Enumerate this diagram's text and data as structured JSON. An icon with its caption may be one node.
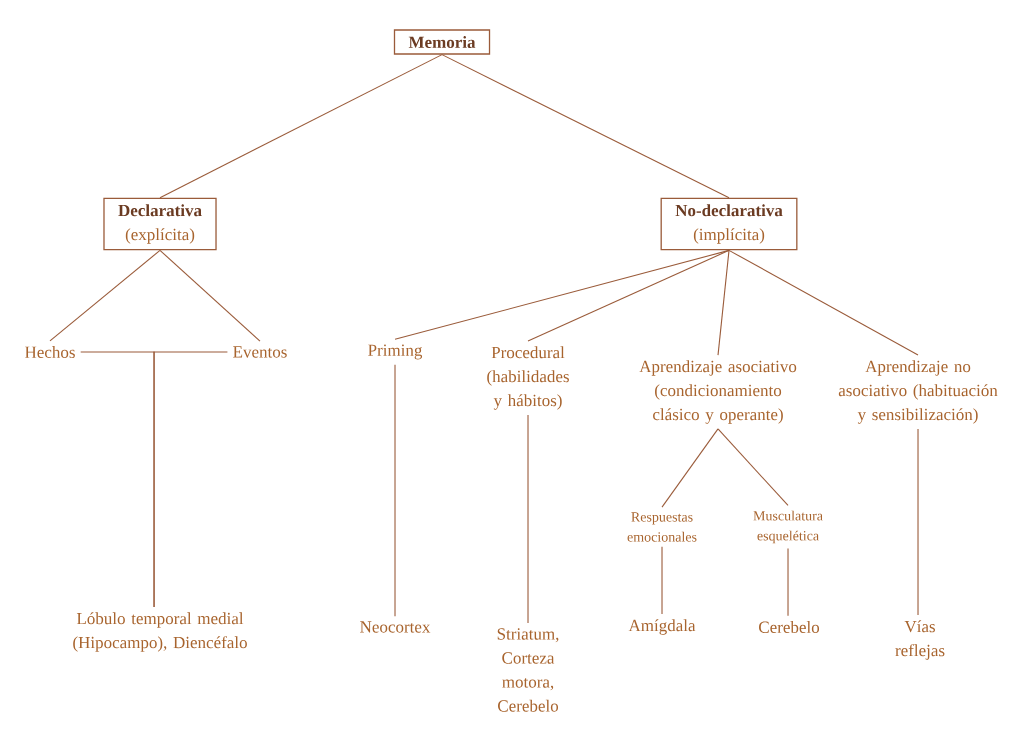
{
  "diagram": {
    "nodes": [
      {
        "text": [
          "Memoria"
        ]
      },
      {
        "text": [
          "Declarativa",
          "(explícita)"
        ]
      },
      {
        "text": [
          "No-declarativa",
          "(implícita)"
        ]
      },
      {
        "text": [
          "Hechos"
        ]
      },
      {
        "text": [
          "Eventos"
        ]
      },
      {
        "text": [
          "Priming"
        ]
      },
      {
        "text": [
          "Procedural (habilidades y hábitos)"
        ]
      },
      {
        "text": [
          "Aprendizaje asociativo (condicionamiento clásico y operante)"
        ]
      },
      {
        "text": [
          "Aprendizaje no asociativo (habituación y sensibilización)"
        ]
      },
      {
        "text": [
          "Respuestas emocionales"
        ]
      },
      {
        "text": [
          "Musculatura esquelética"
        ]
      },
      {
        "text": [
          "Lóbulo temporal medial (Hipocampo), Diencéfalo"
        ]
      },
      {
        "text": [
          "Neocortex"
        ]
      },
      {
        "text": [
          "Striatum, Corteza motora, Cerebelo"
        ]
      },
      {
        "text": [
          "Amígdala"
        ]
      },
      {
        "text": [
          "Cerebelo"
        ]
      },
      {
        "text": [
          "Vías reflejas"
        ]
      }
    ],
    "edges": [
      {
        "from": 0,
        "to": 1,
        "arrow": "none"
      },
      {
        "from": 0,
        "to": 2,
        "arrow": "none"
      },
      {
        "from": 1,
        "to": 3,
        "arrow": "none"
      },
      {
        "from": 1,
        "to": 4,
        "arrow": "none"
      },
      {
        "from": 2,
        "to": 5,
        "arrow": "none"
      },
      {
        "from": 2,
        "to": 6,
        "arrow": "none"
      },
      {
        "from": 2,
        "to": 7,
        "arrow": "none"
      },
      {
        "from": 2,
        "to": 8,
        "arrow": "none"
      },
      {
        "from": 7,
        "to": 9,
        "arrow": "none"
      },
      {
        "from": 7,
        "to": 10,
        "arrow": "none"
      },
      {
        "from": 3,
        "to": 11,
        "arrow": "none"
      },
      {
        "from": 4,
        "to": 11,
        "arrow": "none"
      },
      {
        "from": 5,
        "to": 12,
        "arrow": "none"
      },
      {
        "from": 6,
        "to": 13,
        "arrow": "none"
      },
      {
        "from": 9,
        "to": 14,
        "arrow": "none"
      },
      {
        "from": 10,
        "to": 15,
        "arrow": "none"
      },
      {
        "from": 8,
        "to": 16,
        "arrow": "none"
      }
    ]
  }
}
